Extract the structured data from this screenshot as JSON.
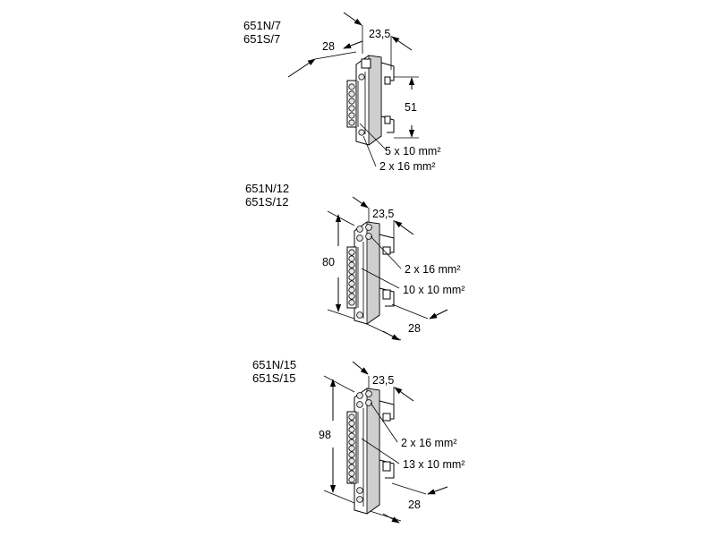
{
  "diagrams": [
    {
      "models": [
        "651N/7",
        "651S/7"
      ],
      "dim_depth": "23,5",
      "dim_width": "28",
      "dim_height": "51",
      "terminals": [
        "5 x 10 mm²",
        "2 x 16 mm²"
      ]
    },
    {
      "models": [
        "651N/12",
        "651S/12"
      ],
      "dim_depth": "23,5",
      "dim_width": "28",
      "dim_height": "80",
      "terminals": [
        "2 x 16 mm²",
        "10 x 10 mm²"
      ]
    },
    {
      "models": [
        "651N/15",
        "651S/15"
      ],
      "dim_depth": "23,5",
      "dim_width": "28",
      "dim_height": "98",
      "terminals": [
        "2 x 16 mm²",
        "13 x 10 mm²"
      ]
    }
  ]
}
